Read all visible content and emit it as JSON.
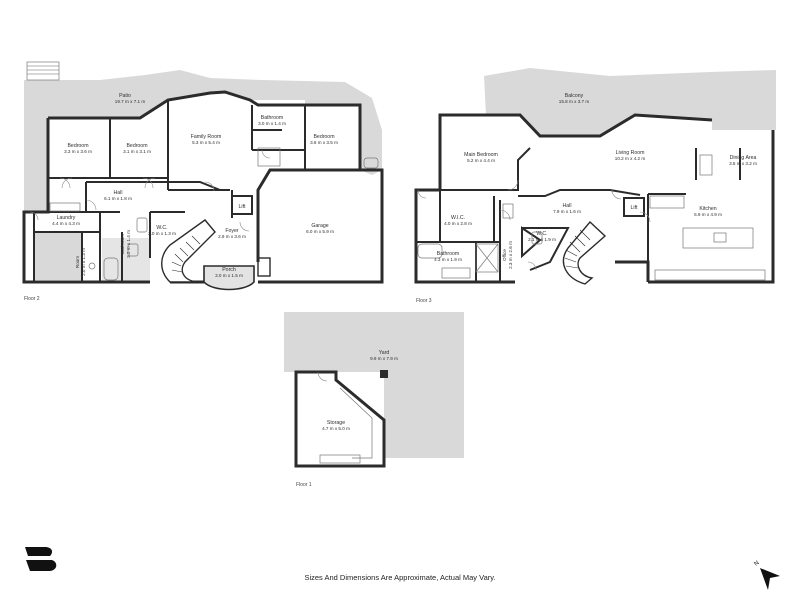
{
  "floors": [
    {
      "id": "floor2",
      "label": "Floor 2",
      "rooms": [
        {
          "id": "patio",
          "name": "Patio",
          "dims": "19.7 m x 7.1 m"
        },
        {
          "id": "bedroom-a",
          "name": "Bedroom",
          "dims": "3.3 m x 3.6 m"
        },
        {
          "id": "bedroom-b",
          "name": "Bedroom",
          "dims": "3.1 m x 3.1 m"
        },
        {
          "id": "family-room",
          "name": "Family Room",
          "dims": "5.3 m x 5.4 m"
        },
        {
          "id": "bathroom-f2",
          "name": "Bathroom",
          "dims": "3.0 m x 1.4 m"
        },
        {
          "id": "bedroom-c",
          "name": "Bedroom",
          "dims": "3.6 m x 3.5 m"
        },
        {
          "id": "hall-f2",
          "name": "Hall",
          "dims": "6.1 m x 1.8 m"
        },
        {
          "id": "laundry",
          "name": "Laundry",
          "dims": "4.4 m x 4.3 m"
        },
        {
          "id": "room-f2",
          "name": "Room",
          "dims": "2.0 m x 1.3 m"
        },
        {
          "id": "bathroom-f2b",
          "name": "Bathroom",
          "dims": "3.2 m x 1.4 m"
        },
        {
          "id": "wc-f2",
          "name": "W.C.",
          "dims": "2.0 m x 1.3 m"
        },
        {
          "id": "foyer",
          "name": "Foyer",
          "dims": "2.9 m x 3.6 m"
        },
        {
          "id": "lift-f2",
          "name": "Lift",
          "dims": ""
        },
        {
          "id": "garage",
          "name": "Garage",
          "dims": "6.0 m x 5.9 m"
        },
        {
          "id": "porch",
          "name": "Porch",
          "dims": "3.0 m x 1.5 m"
        }
      ]
    },
    {
      "id": "floor3",
      "label": "Floor 3",
      "rooms": [
        {
          "id": "balcony",
          "name": "Balcony",
          "dims": "15.8 m x 3.7 m"
        },
        {
          "id": "main-bedroom",
          "name": "Main Bedroom",
          "dims": "5.2 m x 4.4 m"
        },
        {
          "id": "living-room",
          "name": "Living Room",
          "dims": "10.2 m x 4.2 m"
        },
        {
          "id": "dining-area",
          "name": "Dining Area",
          "dims": "3.5 m x 3.2 m"
        },
        {
          "id": "wic",
          "name": "W.I.C.",
          "dims": "4.0 m x 2.8 m"
        },
        {
          "id": "hall-f3",
          "name": "Hall",
          "dims": "7.9 m x 1.6 m"
        },
        {
          "id": "lift-f3",
          "name": "Lift",
          "dims": ""
        },
        {
          "id": "kitchen",
          "name": "Kitchen",
          "dims": "6.9 m x 4.9 m"
        },
        {
          "id": "bathroom-f3",
          "name": "Bathroom",
          "dims": "4.3 m x 1.9 m"
        },
        {
          "id": "office",
          "name": "Office",
          "dims": "2.3 m x 2.6 m"
        },
        {
          "id": "wc-f3",
          "name": "W.C.",
          "dims": "2.1 m x 1.9 m"
        }
      ]
    },
    {
      "id": "floor1",
      "label": "Floor 1",
      "rooms": [
        {
          "id": "yard",
          "name": "Yard",
          "dims": "9.9 m x 7.9 m"
        },
        {
          "id": "storage",
          "name": "Storage",
          "dims": "4.7 m x 5.0 m"
        }
      ]
    }
  ],
  "disclaimer": "Sizes And Dimensions Are Approximate, Actual May Vary.",
  "compass_letter": "N",
  "colors": {
    "wall": "#2b2b2b",
    "floor": "#ffffff",
    "outdoor": "#d9d9d9",
    "background": "#ffffff"
  },
  "icons": [
    "logo-icon",
    "north-arrow-icon",
    "stair-icon",
    "door-icon"
  ]
}
